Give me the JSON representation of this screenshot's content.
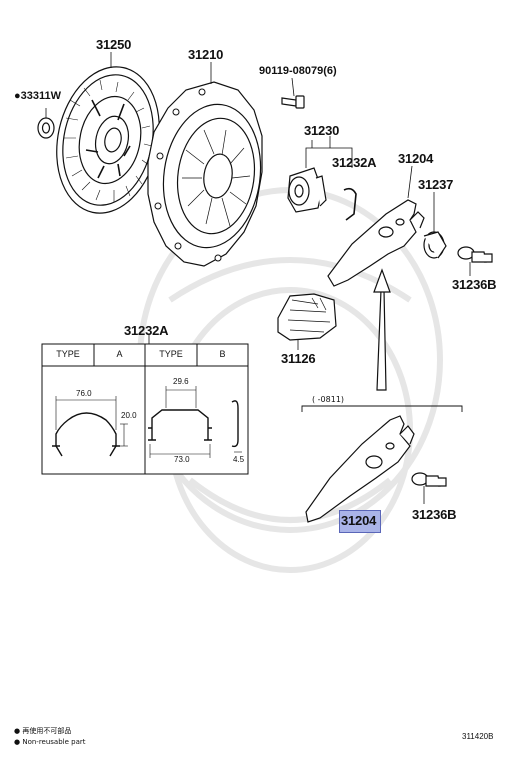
{
  "labels": {
    "p31250": "31250",
    "p31210": "31210",
    "p90119": "90119-08079(6)",
    "p33311": "33311W",
    "p31230": "31230",
    "p31232a_top": "31232A",
    "p31204_top": "31204",
    "p31237": "31237",
    "p31236b_top": "31236B",
    "p31126": "31126",
    "p31232a_table": "31232A",
    "date_range": "(    -0811)",
    "p31204_bottom": "31204",
    "p31236b_bottom": "31236B"
  },
  "table": {
    "head_type_a": "TYPE",
    "head_a": "A",
    "head_type_b": "TYPE",
    "head_b": "B",
    "dim_a_width": "76.0",
    "dim_a_height": "20.0",
    "dim_b_top": "29.6",
    "dim_b_width": "73.0",
    "dim_b_side": "4.5"
  },
  "legend": {
    "line1": "● 再使用不可部品",
    "line2": "● Non-reusable part",
    "figure_code": "311420B"
  },
  "colors": {
    "ink": "#111111",
    "highlight": "#aab4e8",
    "highlight_border": "#5a66b8"
  }
}
